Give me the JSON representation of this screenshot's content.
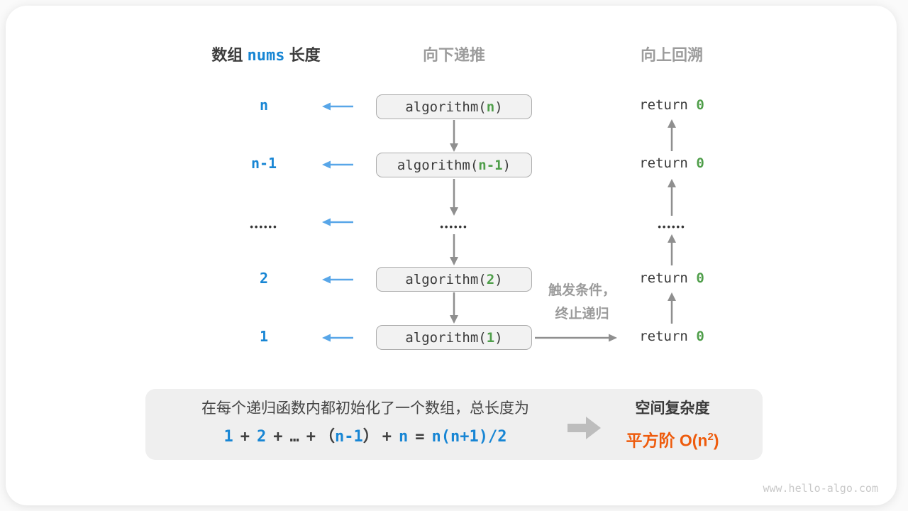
{
  "header": {
    "col1_prefix": "数组",
    "col1_code": "nums",
    "col1_suffix": "长度",
    "col2": "向下递推",
    "col3": "向上回溯"
  },
  "code": {
    "call_prefix": "algorithm(",
    "call_suffix": ")",
    "return_kw": "return",
    "return_val": "0"
  },
  "rows": [
    {
      "length": "n",
      "param": "n"
    },
    {
      "length": "n-1",
      "param": "n-1"
    },
    {
      "ellipsis": "••••••"
    },
    {
      "length": "2",
      "param": "2"
    },
    {
      "length": "1",
      "param": "1"
    }
  ],
  "trigger": {
    "line1": "触发条件，",
    "line2": "终止递归"
  },
  "panel": {
    "description": "在每个递归函数内都初始化了一个数组，总长度为",
    "formula": {
      "t1": "1",
      "t2": "+",
      "t3": "2",
      "t4": "+",
      "t5": "…",
      "t6": "+",
      "t7": "（",
      "t8": "n-1",
      "t9": "）",
      "t10": "+",
      "t11": "n",
      "t12": "=",
      "t13": "n(n+1)/2"
    },
    "result_title": "空间复杂度",
    "result_prefix": "平方阶 O(n",
    "result_sup": "2",
    "result_suffix": ")"
  },
  "watermark": "www.hello-algo.com",
  "colors": {
    "blue_text": "#1886d4",
    "blue_arrow": "#58a6e8",
    "green": "#4f9e4a",
    "orange": "#ee5b0c",
    "gray_arrow": "#8f8f8f",
    "box_bg": "#f2f2f2",
    "panel_bg": "#efefef"
  }
}
